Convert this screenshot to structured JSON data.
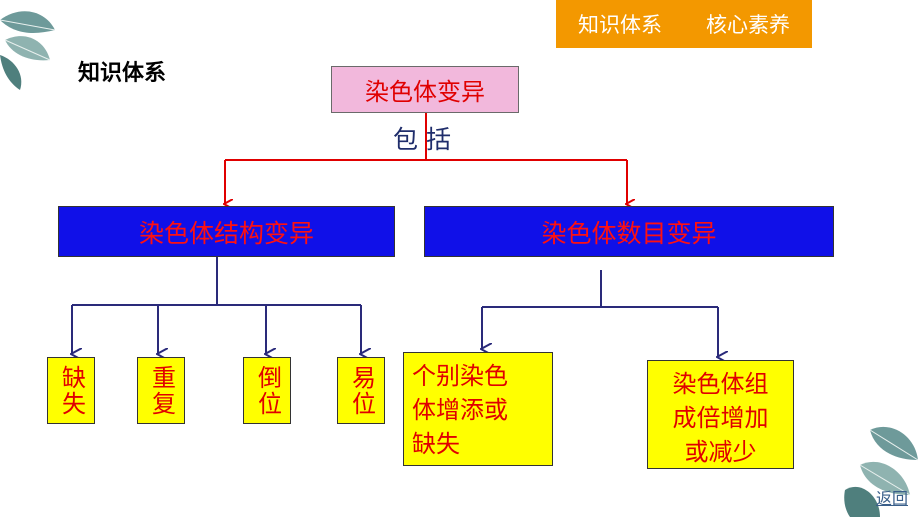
{
  "header": {
    "tab_knowledge": "知识体系",
    "tab_core": "核心素养"
  },
  "section_title": "知识体系",
  "diagram": {
    "root": "染色体变异",
    "connector_label": "包 括",
    "branches": [
      {
        "label": "染色体结构变异",
        "children": [
          "缺失",
          "重复",
          "倒位",
          "易位"
        ]
      },
      {
        "label": "染色体数目变异",
        "children": [
          "个别染色\n体增添或\n缺失",
          "染色体组\n成倍增加\n或减少"
        ]
      }
    ]
  },
  "footer": {
    "back_label": "返回"
  },
  "colors": {
    "tab_bg": "#f39800",
    "root_bg": "#f2b8dc",
    "branch_bg": "#1010e8",
    "leaf_bg": "#ffff00",
    "text_red": "#e00000",
    "arrow_red": "#e00000",
    "arrow_navy": "#2a2a7a"
  }
}
